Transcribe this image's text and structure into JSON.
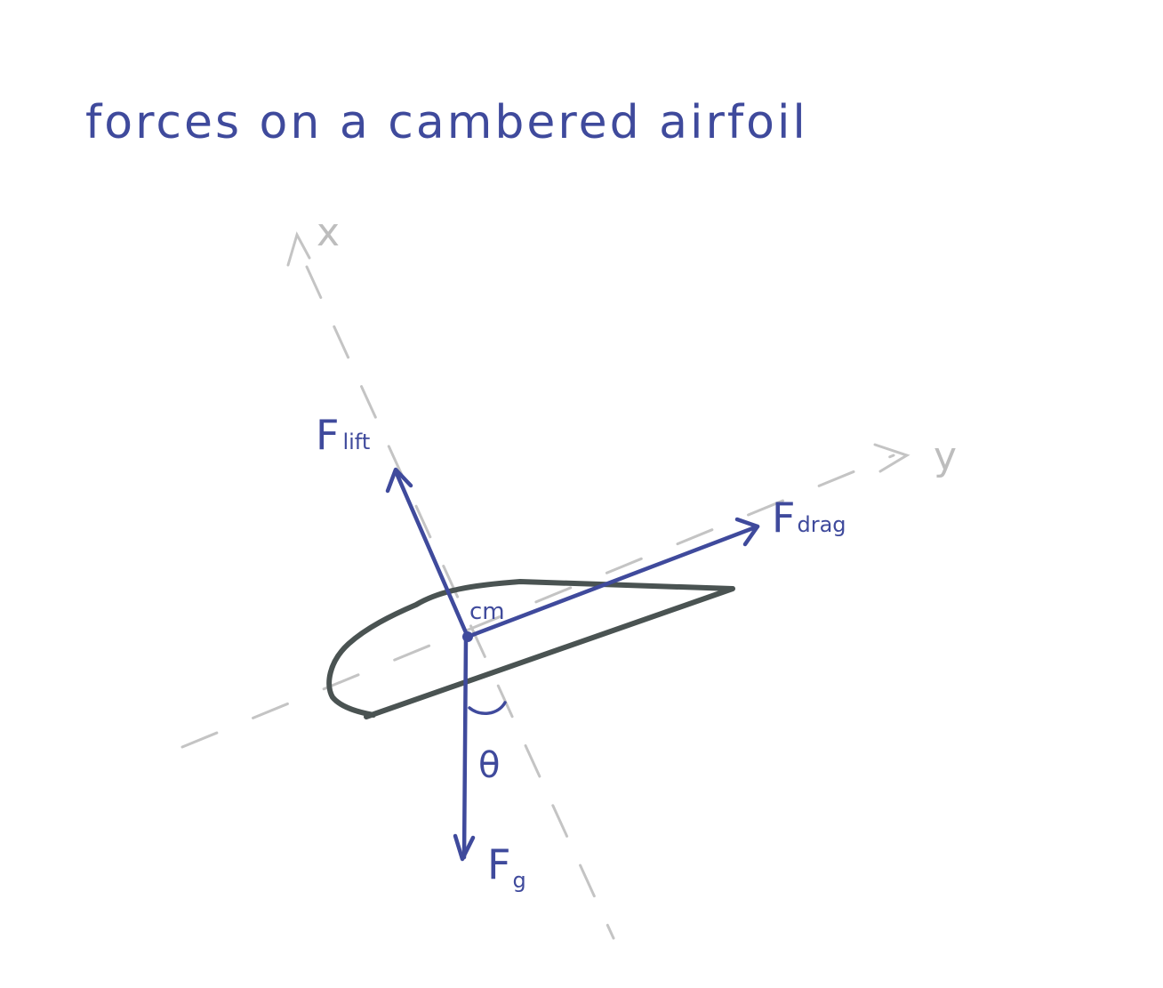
{
  "title": "forces on a cambered airfoil",
  "axes": {
    "x_label": "x",
    "y_label": "y"
  },
  "forces": {
    "lift": {
      "symbol": "F",
      "subscript": "lift"
    },
    "drag": {
      "symbol": "F",
      "subscript": "drag"
    },
    "gravity": {
      "symbol": "F",
      "subscript": "g"
    }
  },
  "center_of_mass_label": "cm",
  "angle_label": "θ",
  "colors": {
    "ink": "#3f4a9c",
    "airfoil": "#4a5352",
    "axis": "#c4c4c4"
  }
}
